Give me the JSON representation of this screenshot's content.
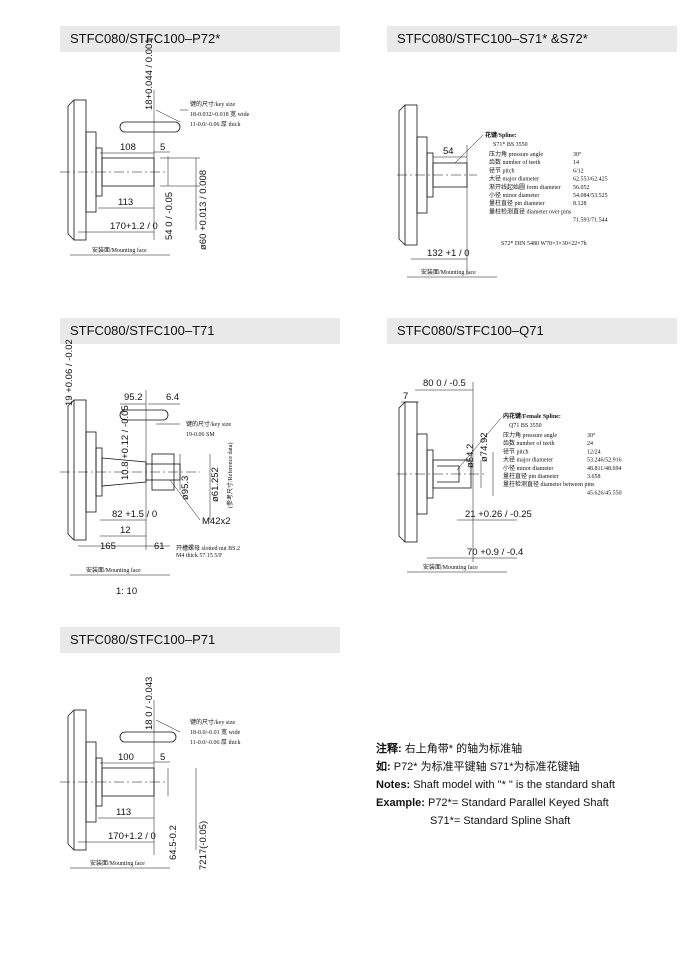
{
  "sections": {
    "p72": {
      "title": "STFC080/STFC100–P72*",
      "dims": {
        "top": "18+0.044 / 0.001",
        "d108": "108",
        "d5": "5",
        "d113": "113",
        "d170": "170+1.2 / 0",
        "d54": "54 0 / -0.05",
        "d60": "ø60 +0.013 / 0.008"
      },
      "key_label": "键的尺寸/key size",
      "key_wide": "18-0.032/-0.018 宽 wide",
      "key_thick": "11-0.0/-0.06 厚 thick",
      "mounting": "安装面/Mounting face"
    },
    "s71": {
      "title": "STFC080/STFC100–S71* &S72*",
      "dims": {
        "d54": "54",
        "d132": "132 +1 / 0"
      },
      "spline_title": "花键/Spline:",
      "spline_std": "S71* BS 3550",
      "rows": [
        [
          "压力角 pressure angle",
          "30°"
        ],
        [
          "齿数 number of teeth",
          "14"
        ],
        [
          "径节 pitch",
          "6/12"
        ],
        [
          "大径 major diameter",
          "62.553/62.425"
        ],
        [
          "渐开线起始圆 form diameter",
          "56.052"
        ],
        [
          "小径 minor diameter",
          "54.084/53.525"
        ],
        [
          "量柱直径 pin diameter",
          "8.128"
        ],
        [
          "量柱检测直径 diameter over pins",
          ""
        ],
        [
          "",
          "71.593/71.544"
        ]
      ],
      "s72": "S72* DIN 5480 W70×3×30×22×7h",
      "mounting": "安装面/Mounting face"
    },
    "t71": {
      "title": "STFC080/STFC100–T71",
      "dims": {
        "top": "19 +0.06 / -0.02",
        "d95": "95.2",
        "d6": "6.4",
        "d10": "10.8 +0.12 / -0.05",
        "d95b": "ø95.3",
        "d61": "ø61.252",
        "ref": "(参考尺寸/Reference data)",
        "m42": "M42x2",
        "d82": "82 +1.5 / 0",
        "d12": "12",
        "d165": "165",
        "d61b": "61"
      },
      "key_label": "键的尺寸/key size",
      "key_val": "19-0.06 SM",
      "slot_note": "开槽螺母 slotted nut BS.2",
      "slot_note2": "M4 thick 57.15 5/F",
      "mounting": "安装面/Mounting face",
      "scale": "1: 10"
    },
    "q71": {
      "title": "STFC080/STFC100–Q71",
      "dims": {
        "top": "80 0 / -0.5",
        "d7": "7",
        "d54": "ø54.2",
        "d74": "ø74.92",
        "d21": "21 +0.26 / -0.25",
        "d70": "70 +0.9 / -0.4"
      },
      "spline_title": "内花键/Female Spline:",
      "spline_std": "Q71  BS 3550",
      "rows": [
        [
          "压力角 pressure angle",
          "30°"
        ],
        [
          "齿数 number of teeth",
          "24"
        ],
        [
          "径节 pitch",
          "12/24"
        ],
        [
          "大径 major diameter",
          "53.246/52.916"
        ],
        [
          "小径 minor diameter",
          "48.811/48.694"
        ],
        [
          "量柱直径 pin diameter",
          "3.658"
        ],
        [
          "量柱检测直径 diameter between pins",
          ""
        ],
        [
          "",
          "45.626/45.550"
        ]
      ],
      "mounting": "安装面/Mounting face"
    },
    "p71": {
      "title": "STFC080/STFC100–P71",
      "dims": {
        "top": "18 0 / -0.043",
        "d100": "100",
        "d5": "5",
        "d113": "113",
        "d170": "170+1.2 / 0",
        "d645": "64.5-0.2",
        "d7217": "7217(-0.05)"
      },
      "key_label": "键的尺寸/key size",
      "key_wide": "18-0.0/-0.01 宽 wide",
      "key_thick": "11-0.0/-0.06 厚 thick",
      "mounting": "安装面/Mounting face"
    }
  },
  "notes": {
    "line1_bold": "注释:",
    "line1": " 右上角带* 的轴为标准轴",
    "line2_bold": "如:",
    "line2": " P72*  为标准平键轴   S71*为标准花键轴",
    "line3_bold": "Notes:",
    "line3": " Shaft model with \"* \" is the standard shaft",
    "line4_bold": "Example:",
    "line4": " P72*= Standard Parallel Keyed Shaft",
    "line5": "S71*= Standard Spline Shaft"
  }
}
